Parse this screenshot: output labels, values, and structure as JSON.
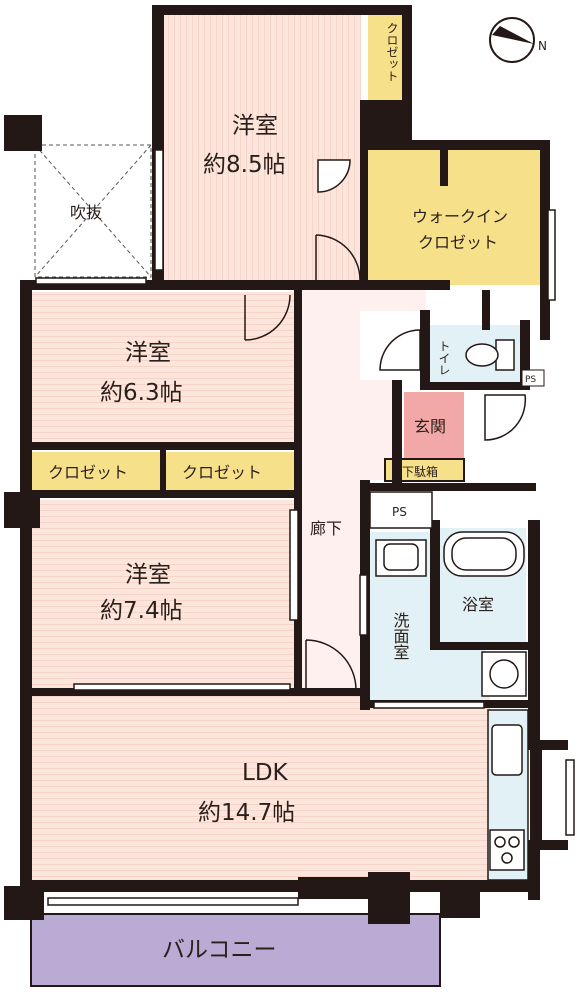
{
  "rooms": {
    "western_1": {
      "name": "洋室",
      "size": "約8.5帖"
    },
    "western_2": {
      "name": "洋室",
      "size": "約6.3帖"
    },
    "western_3": {
      "name": "洋室",
      "size": "約7.4帖"
    },
    "ldk": {
      "name": "LDK",
      "size": "約14.7帖"
    },
    "walk_in_closet": {
      "line1": "ウォークイン",
      "line2": "クロゼット"
    },
    "closet_top": "クロゼット",
    "closet_left": "クロゼット",
    "closet_right": "クロゼット",
    "void": "吹抜",
    "toilet": "トイレ",
    "entrance": "玄関",
    "shoe_box": "下駄箱",
    "hallway": "廊下",
    "ps_1": "PS",
    "ps_2": "PS",
    "bath": "浴室",
    "washroom": "洗面室",
    "balcony": "バルコニー"
  },
  "compass": {
    "label": "N"
  },
  "colors": {
    "wall": "#231815",
    "western_floor": "#fbe5dd",
    "floor_lines": "#f0c3b3",
    "closet": "#f7e08a",
    "entrance": "#f2a8a6",
    "wet_area": "#e2f1f5",
    "hallway": "#fdf0ee",
    "balcony": "#b9abd3"
  }
}
